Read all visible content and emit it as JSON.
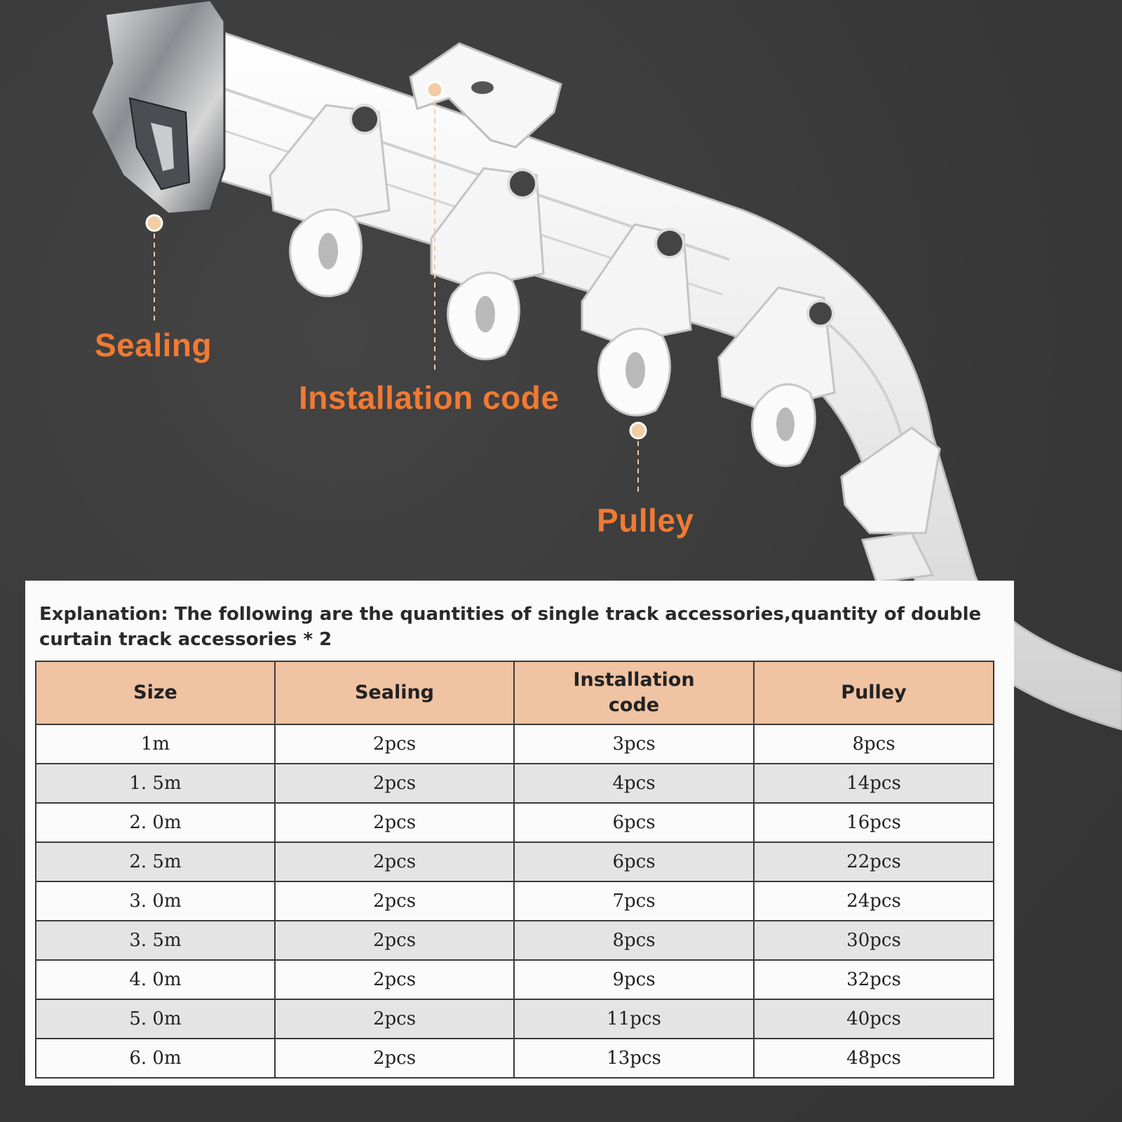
{
  "colors": {
    "background": "#3a3a3a",
    "label_orange": "#f07a34",
    "header_fill": "#f0c3a3",
    "track_white": "#f4f4f4",
    "endcap_chrome": "#a9acb0"
  },
  "callouts": {
    "sealing": "Sealing",
    "installation_code": "Installation code",
    "pulley": "Pulley"
  },
  "explanation": "Explanation: The following are the quantities of single track accessories,quantity of double curtain track accessories * 2",
  "table": {
    "headers": [
      "Size",
      "Sealing",
      "Installation code",
      "Pulley"
    ],
    "rows": [
      [
        "1m",
        "2pcs",
        "3pcs",
        "8pcs"
      ],
      [
        "1. 5m",
        "2pcs",
        "4pcs",
        "14pcs"
      ],
      [
        "2. 0m",
        "2pcs",
        "6pcs",
        "16pcs"
      ],
      [
        "2. 5m",
        "2pcs",
        "6pcs",
        "22pcs"
      ],
      [
        "3. 0m",
        "2pcs",
        "7pcs",
        "24pcs"
      ],
      [
        "3. 5m",
        "2pcs",
        "8pcs",
        "30pcs"
      ],
      [
        "4. 0m",
        "2pcs",
        "9pcs",
        "32pcs"
      ],
      [
        "5. 0m",
        "2pcs",
        "11pcs",
        "40pcs"
      ],
      [
        "6. 0m",
        "2pcs",
        "13pcs",
        "48pcs"
      ]
    ]
  }
}
